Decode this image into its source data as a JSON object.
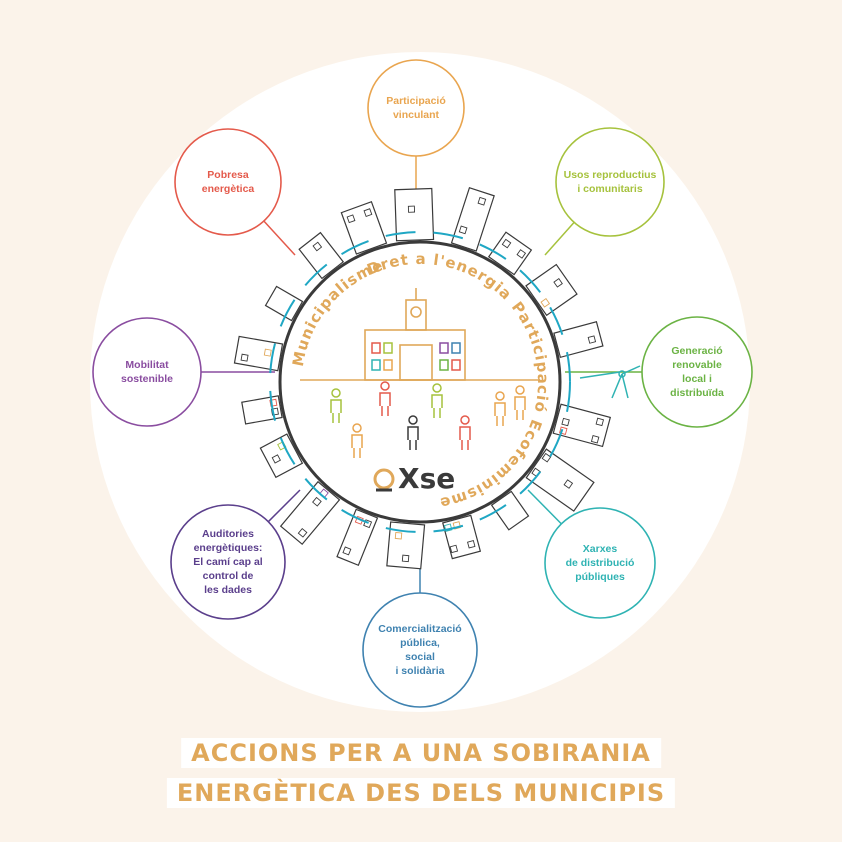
{
  "logo": {
    "text": "Xse"
  },
  "ring_words": {
    "municipalisme": "Municipalisme",
    "dret": "Dret a l'energia",
    "participacio": "Participació",
    "ecofeminisme": "Ecofeminisme"
  },
  "nodes": [
    {
      "key": "participacio",
      "lines": [
        "Participació",
        "vinculant"
      ],
      "color": "#e9a54f"
    },
    {
      "key": "usos",
      "lines": [
        "Usos reproductius",
        "i comunitaris"
      ],
      "color": "#a6c23d"
    },
    {
      "key": "generacio",
      "lines": [
        "Generació",
        "renovable",
        "local i",
        "distribuïda"
      ],
      "color": "#6bb344"
    },
    {
      "key": "xarxes",
      "lines": [
        "Xarxes",
        "de distribució",
        "públiques"
      ],
      "color": "#2fb3b3"
    },
    {
      "key": "comercialitzacio",
      "lines": [
        "Comercialització",
        "pública,",
        "social",
        "i solidària"
      ],
      "color": "#3f82b0"
    },
    {
      "key": "auditories",
      "lines": [
        "Auditories",
        "energètiques:",
        "El camí cap al",
        "control de",
        "les dades"
      ],
      "color": "#5b3f8c"
    },
    {
      "key": "mobilitat",
      "lines": [
        "Mobilitat",
        "sostenible"
      ],
      "color": "#8a4da0"
    },
    {
      "key": "pobresa",
      "lines": [
        "Pobresa",
        "energètica"
      ],
      "color": "#e45a4b"
    }
  ],
  "title": {
    "line1": "ACCIONS PER A UNA SOBIRANIA",
    "line2": "ENERGÈTICA DES DELS MUNICIPIS"
  },
  "colors": {
    "accent": "#e0a85a",
    "background": "#fbf3ea",
    "ring": "#3a3a3a",
    "network": "#1fa7c4"
  }
}
